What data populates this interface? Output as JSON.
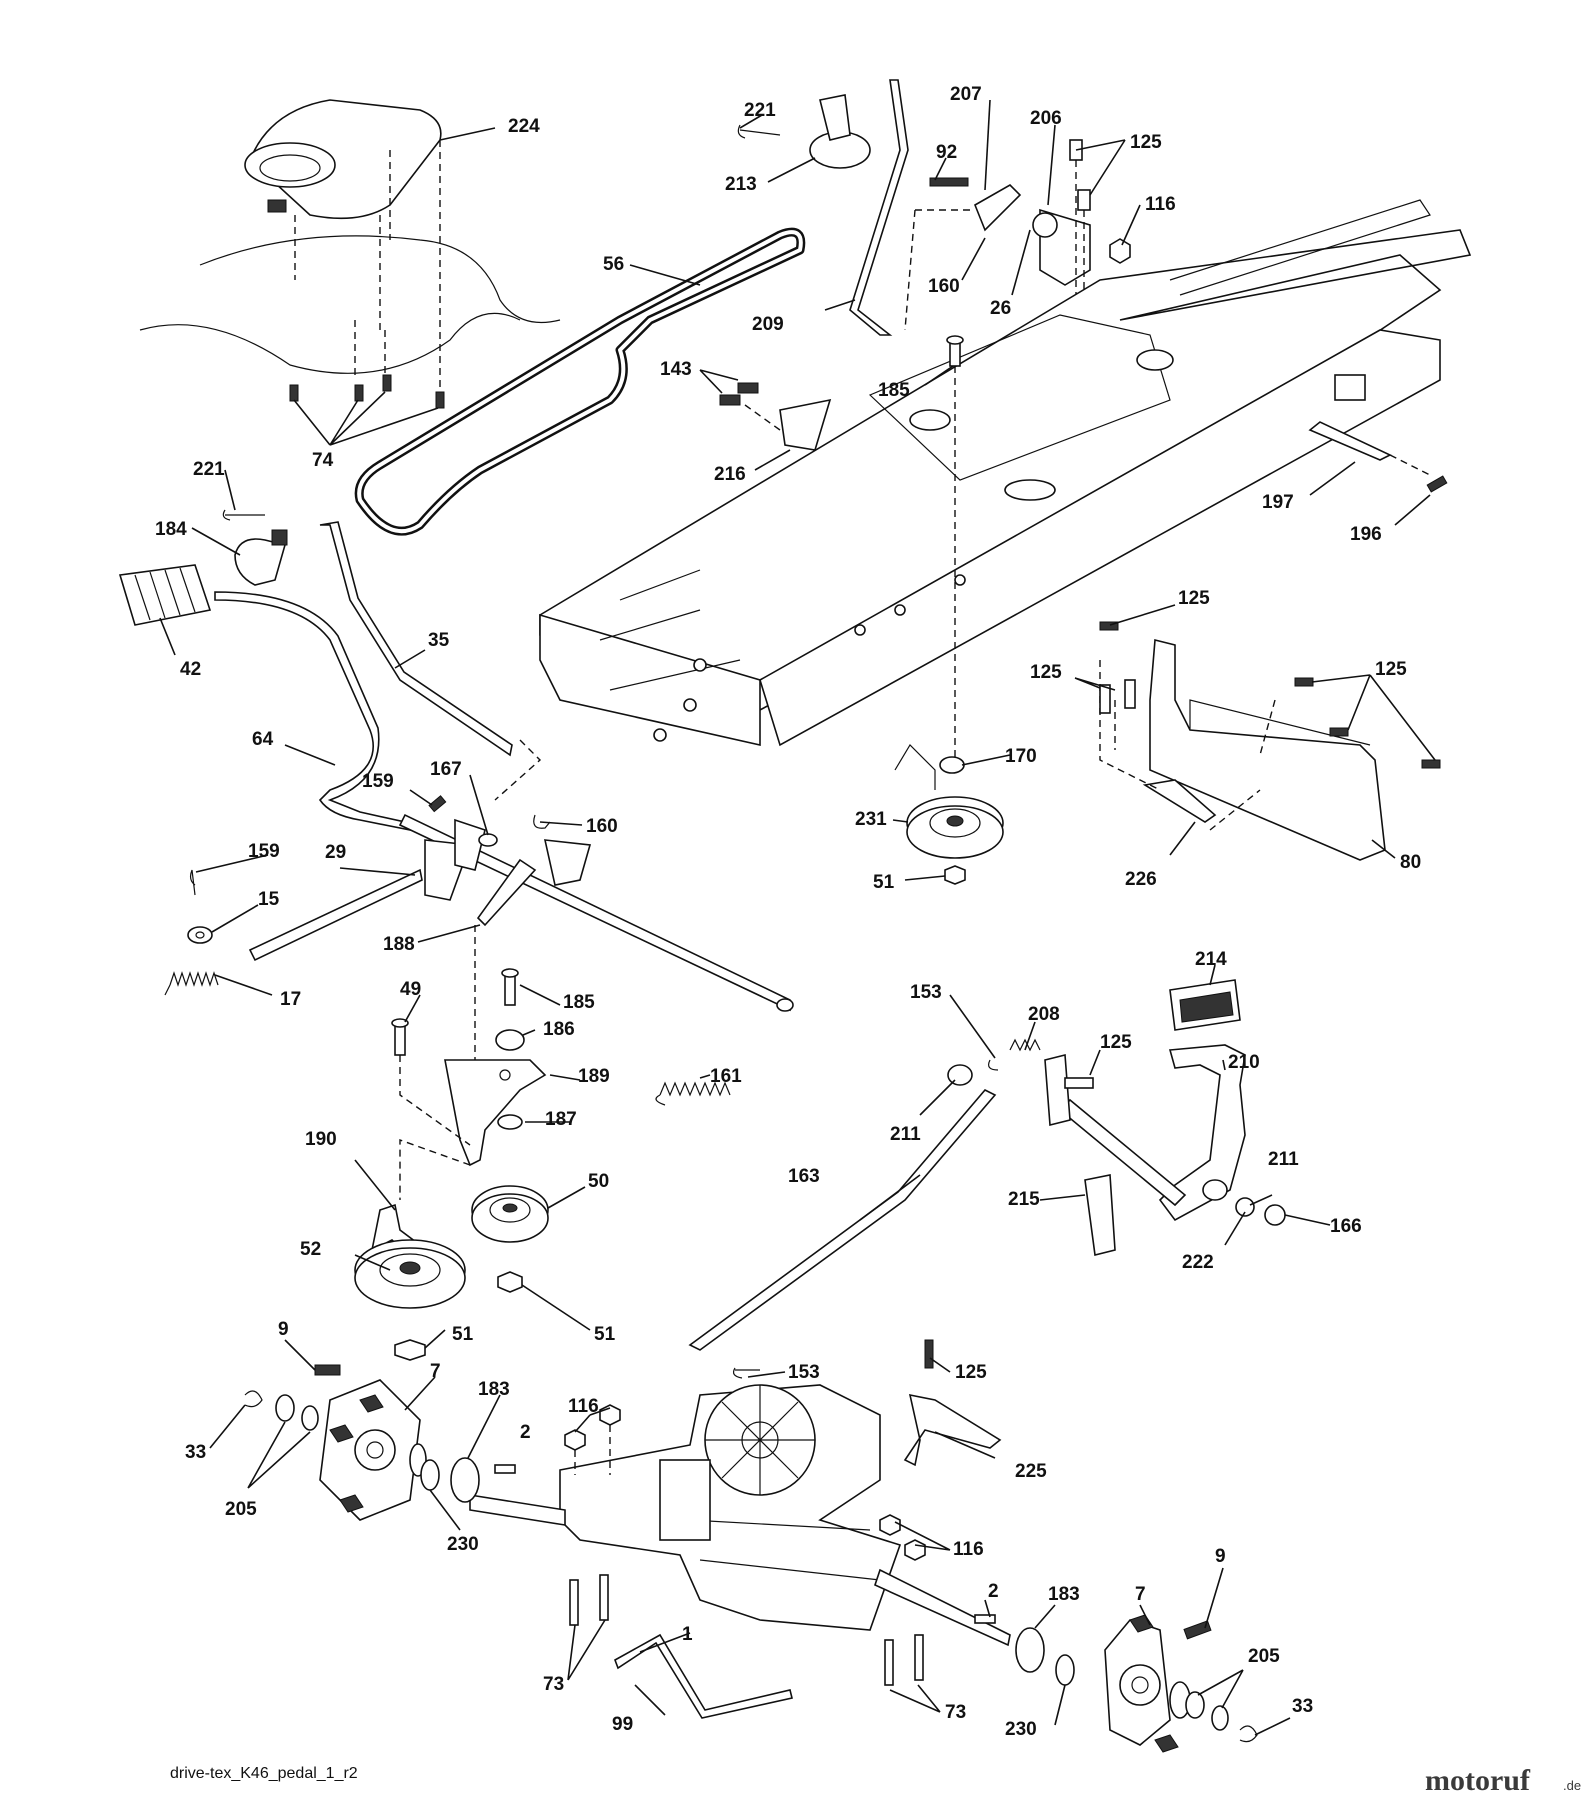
{
  "diagram": {
    "caption": "drive-tex_K46_pedal_1_r2",
    "watermark": {
      "brand": "motoruf",
      "suffix": ".de"
    },
    "part_numbers": [
      "224",
      "221",
      "213",
      "207",
      "92",
      "206",
      "125",
      "116",
      "56",
      "209",
      "160",
      "26",
      "143",
      "185",
      "216",
      "74",
      "221",
      "184",
      "197",
      "196",
      "42",
      "35",
      "64",
      "125",
      "125",
      "125",
      "159",
      "167",
      "160",
      "170",
      "231",
      "159",
      "29",
      "15",
      "188",
      "51",
      "226",
      "80",
      "17",
      "49",
      "185",
      "186",
      "214",
      "153",
      "208",
      "125",
      "189",
      "161",
      "210",
      "211",
      "187",
      "190",
      "50",
      "163",
      "211",
      "215",
      "52",
      "222",
      "166",
      "9",
      "51",
      "51",
      "7",
      "153",
      "125",
      "183",
      "116",
      "33",
      "205",
      "225",
      "230",
      "116",
      "9",
      "2",
      "183",
      "7",
      "205",
      "1",
      "73",
      "230",
      "99",
      "73",
      "33"
    ]
  }
}
